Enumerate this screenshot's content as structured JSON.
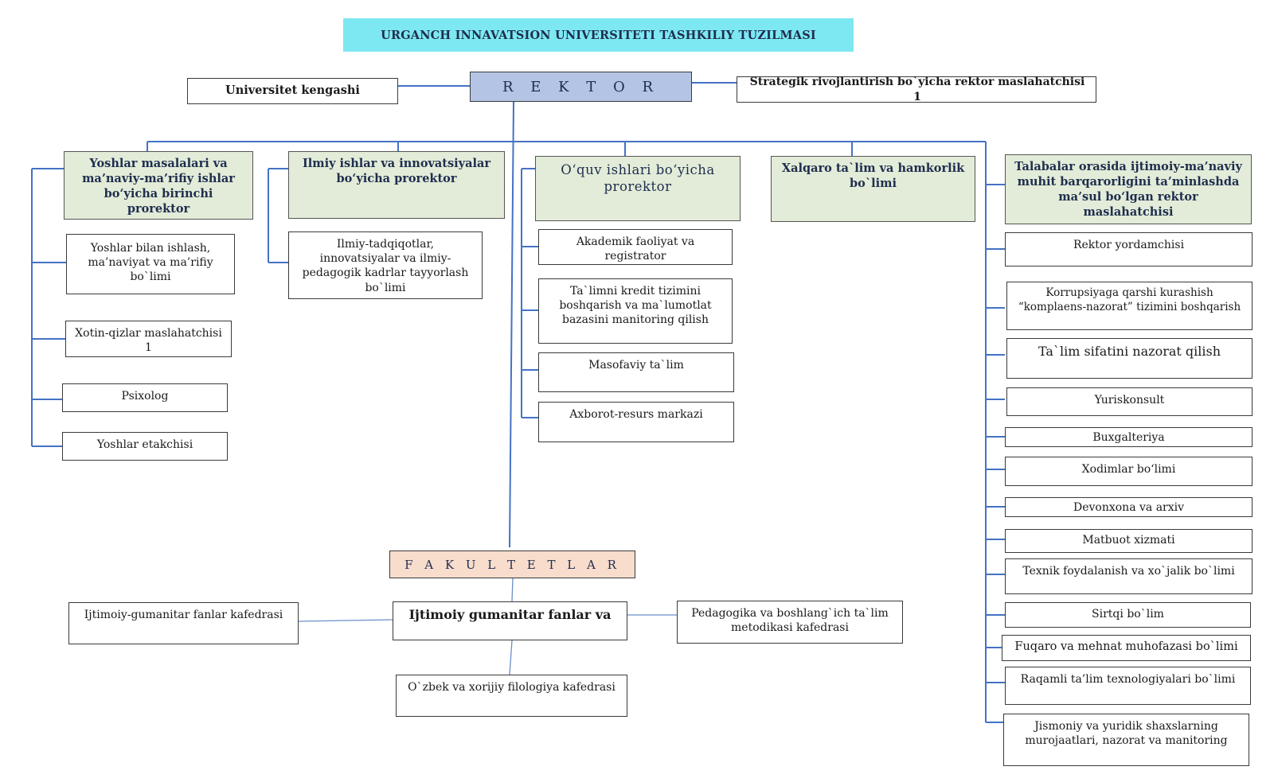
{
  "title": "URGANCH INNAVATSION UNIVERSITETI TASHKILIY TUZILMASI",
  "rektor": "R E K T O R",
  "kengash": "Universitet kengashi",
  "strategik": "Strategik rivojlantirish bo`yicha rektor maslahatchisi   1",
  "col1": {
    "head": "Yoshlar masalalari va ma’naviy-ma’rifiy ishlar bo‘yicha birinchi prorektor",
    "items": [
      "Yoshlar bilan ishlash, ma’naviyat va ma’rifiy bo`limi",
      "Xotin-qizlar maslahatchisi 1",
      "Psixolog",
      "Yoshlar etakchisi"
    ]
  },
  "col2": {
    "head": "Ilmiy ishlar va innovatsiyalar bo‘yicha prorektor",
    "items": [
      "Ilmiy-tadqiqotlar, innovatsiyalar va ilmiy-pedagogik kadrlar tayyorlash bo`limi"
    ]
  },
  "col3": {
    "head": "O‘quv ishlari bo‘yicha prorektor",
    "items": [
      "Akademik faoliyat va registrator",
      "Ta`limni kredit tizimini boshqarish va ma`lumotlat bazasini manitoring qilish",
      "Masofaviy ta`lim",
      "Axborot-resurs markazi"
    ]
  },
  "col4": {
    "head": "Xalqaro ta`lim va hamkorlik bo`limi"
  },
  "col5": {
    "head": "Talabalar orasida ijtimoiy-ma’naviy muhit barqarorligini ta’minlashda ma’sul bo‘lgan rektor maslahatchisi",
    "items": [
      "Rektor yordamchisi",
      "Korrupsiyaga qarshi kurashish “komplaens-nazorat” tizimini boshqarish",
      "Ta`lim sifatini nazorat qilish",
      "Yuriskonsult",
      "Buxgalteriya",
      "Xodimlar bo‘limi",
      "Devonxona va arxiv",
      "Matbuot xizmati",
      "Texnik foydalanish va xo`jalik bo`limi",
      "Sirtqi bo`lim",
      "Fuqaro va mehnat muhofazasi bo`limi",
      "Raqamli ta’lim texnologiyalari bo`limi",
      "Jismoniy va yuridik shaxslarning murojaatlari, nazorat va manitoring"
    ]
  },
  "fakultetlar": "F A K U L T E T L A R",
  "faculty": "Ijtimoiy gumanitar fanlar va",
  "dept_left": "Ijtimoiy-gumanitar fanlar kafedrasi",
  "dept_right": "Pedagogika va boshlang`ich ta`lim metodikasi kafedrasi",
  "dept_bottom": "O`zbek va xorijiy filologiya kafedrasi",
  "colors": {
    "title_bg": "#7de8f2",
    "rektor_bg": "#b4c4e4",
    "prorektor_bg": "#e2ecd8",
    "fakultet_bg": "#f8dccc",
    "line": "#4472c4"
  }
}
